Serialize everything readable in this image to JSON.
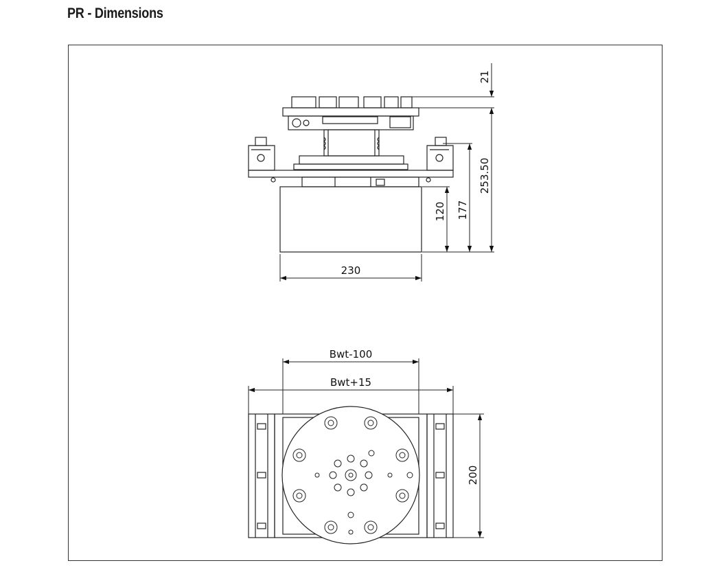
{
  "page": {
    "title": "PR - Dimensions"
  },
  "dimensions": {
    "top_view_offset": "21",
    "total_height": "253.50",
    "rail_height": "177",
    "body_height": "120",
    "body_width": "230",
    "inner_width": "Bwt-100",
    "outer_width": "Bwt+15",
    "depth": "200"
  },
  "colors": {
    "line": "#222222",
    "frame": "#333333"
  }
}
